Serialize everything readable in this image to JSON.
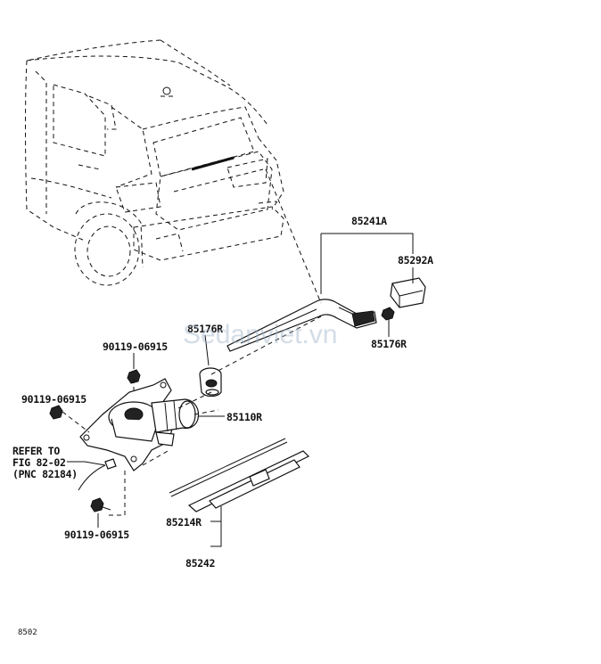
{
  "diagram": {
    "watermark": "Sedanviet.vn",
    "page_code": "8502",
    "labels": {
      "arm_assy": "85241A",
      "arm_cap": "85292A",
      "nut_upper": "85176R",
      "nut_lower": "85176R",
      "motor": "85110R",
      "blade_refill": "85214R",
      "blade": "85242",
      "bolt_top": "90119-06915",
      "bolt_left": "90119-06915",
      "bolt_bottom": "90119-06915"
    },
    "reference": {
      "line1": "REFER TO",
      "line2": "FIG 82-02",
      "line3": "(PNC 82184)"
    }
  }
}
